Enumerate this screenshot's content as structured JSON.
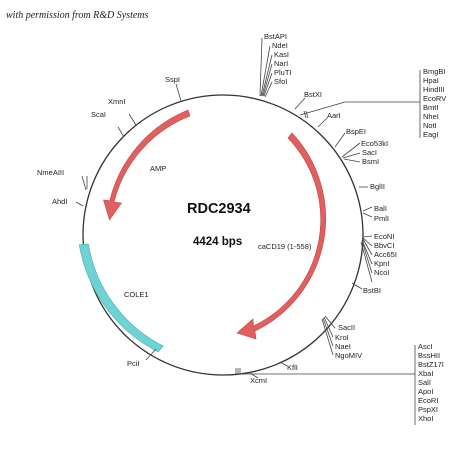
{
  "credit": "with permission from R&D Systems",
  "plasmid": {
    "name": "RDC2934",
    "size": "4424 bps"
  },
  "features": {
    "amp": {
      "label": "AMP",
      "color": "#e06060"
    },
    "cole1": {
      "label": "COLE1",
      "color": "#6fd3d3"
    },
    "cacd19": {
      "label": "caCD19 (1-558)",
      "color": "#e06060"
    }
  },
  "sites": {
    "top_cluster": [
      "BstAPI",
      "NdeI",
      "KasI",
      "NarI",
      "PluTI",
      "SfoI"
    ],
    "bstxi": "BstXI",
    "right_top_cluster": [
      "BmgBI",
      "HpaI",
      "HindIII",
      "EcoRV",
      "BmtI",
      "NheI",
      "NotI",
      "EagI"
    ],
    "aari": "AarI",
    "right_mid": [
      "BspEI",
      "Eco53kI",
      "SacI",
      "BsmI",
      "BglII",
      "BalI",
      "PmlI",
      "EcoNI",
      "BbvCI",
      "Acc65I",
      "KpnI",
      "NcoI",
      "BstBI"
    ],
    "bottom_right": [
      "SacII",
      "KroI",
      "NaeI",
      "NgoMIV"
    ],
    "kfli": "KflI",
    "xcmi": "XcmI",
    "bottom_cluster": [
      "AscI",
      "BssHII",
      "BstZ17I",
      "XbaI",
      "SalI",
      "ApoI",
      "EcoRI",
      "PspXI",
      "XhoI"
    ],
    "pcii": "PciI",
    "left": [
      "SspI",
      "XmnI",
      "ScaI",
      "NmeAIII",
      "AhdI"
    ]
  }
}
